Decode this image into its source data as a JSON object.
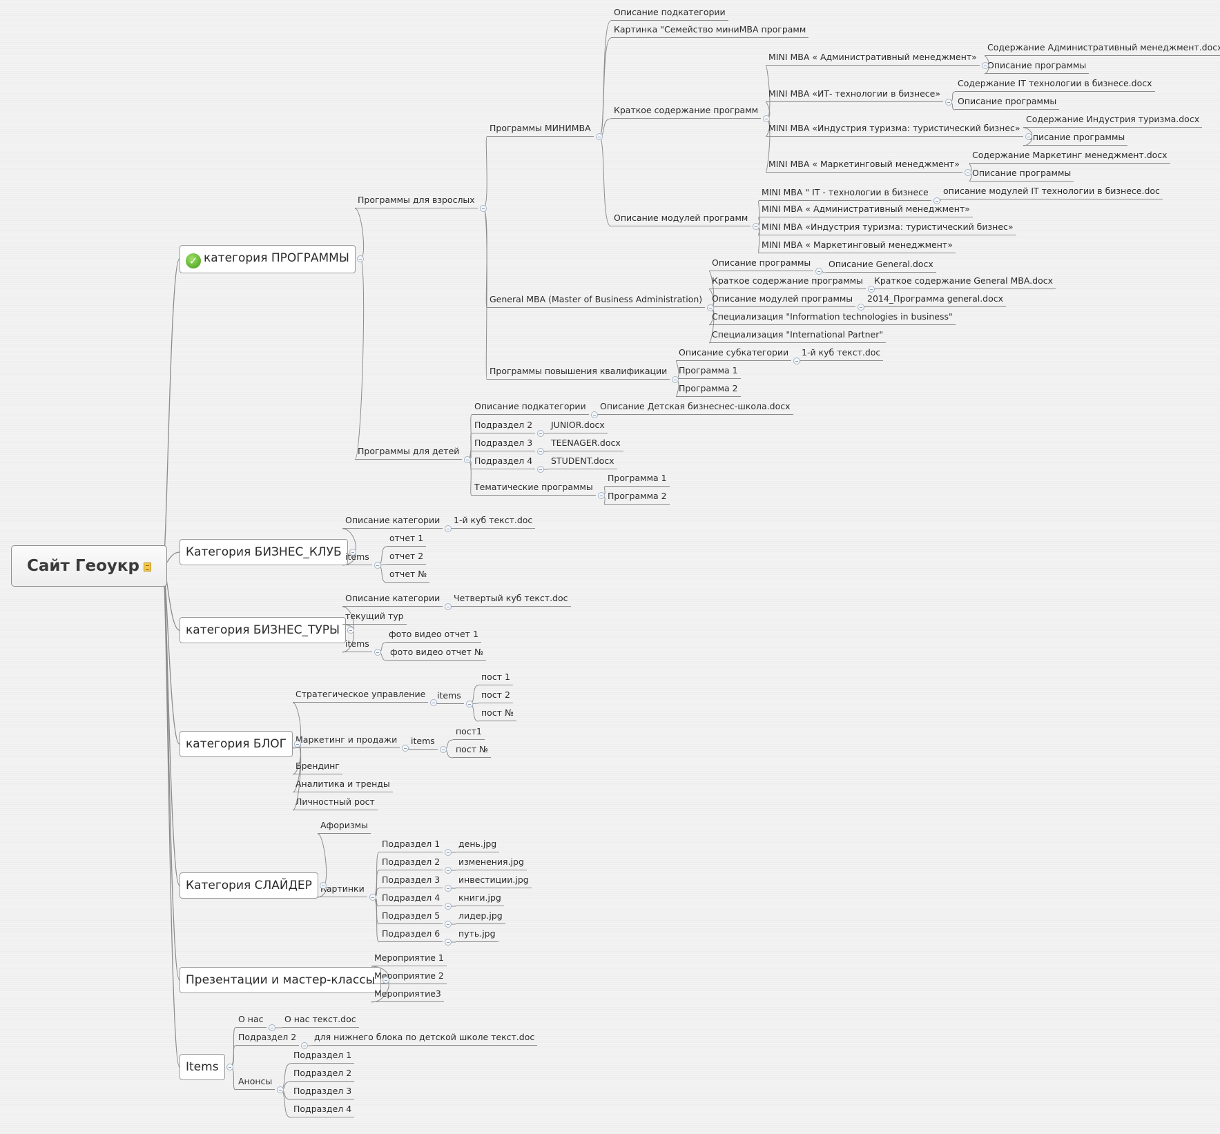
{
  "mindmap": {
    "root": {
      "id": "root",
      "label": "Сайт Геоукр",
      "icon": "note-icon",
      "children": [
        {
          "id": "n1",
          "label": "категория ПРОГРАММЫ",
          "icon": "checkmark-icon",
          "children": [
            {
              "id": "n2",
              "label": "Программы для взрослых",
              "children": [
                {
                  "id": "n3",
                  "label": "Программы МИНИМВА",
                  "children": [
                    {
                      "id": "n4",
                      "label": "Описание подкатегории"
                    },
                    {
                      "id": "n5",
                      "label": "Картинка \"Семейство миниМВА программ"
                    },
                    {
                      "id": "n6",
                      "label": "Краткое содержание программ",
                      "children": [
                        {
                          "id": "n7",
                          "label": "MINI MBA « Административный менеджмент»",
                          "children": [
                            {
                              "id": "n8",
                              "label": "Содержание Административный менеджмент.docx"
                            },
                            {
                              "id": "n9",
                              "label": "Описание программы"
                            }
                          ]
                        },
                        {
                          "id": "n10",
                          "label": "MINI MBA  «ИТ- технологии в бизнесе»",
                          "children": [
                            {
                              "id": "n11",
                              "label": "Содержание IT технологии в бизнесе.docx"
                            },
                            {
                              "id": "n12",
                              "label": "Описание программы"
                            }
                          ]
                        },
                        {
                          "id": "n13",
                          "label": "MINI MBA «Индустрия туризма: туристический бизнес»",
                          "children": [
                            {
                              "id": "n14",
                              "label": "Содержание Индустрия туризма.docx"
                            },
                            {
                              "id": "n15",
                              "label": "Описание программы"
                            }
                          ]
                        },
                        {
                          "id": "n16",
                          "label": "MINI MBA « Маркетинговый менеджмент»",
                          "children": [
                            {
                              "id": "n17",
                              "label": "Содержание Маркетинг менеджмент.docx"
                            },
                            {
                              "id": "n18",
                              "label": "Описание программы"
                            }
                          ]
                        }
                      ]
                    },
                    {
                      "id": "n19",
                      "label": "Описание модулей программ",
                      "children": [
                        {
                          "id": "n20",
                          "label": "MINI MBA \" IT - технологии в бизнесе",
                          "children": [
                            {
                              "id": "n21",
                              "label": "описание модулей IT технологии в бизнесе.doc"
                            }
                          ]
                        },
                        {
                          "id": "n22",
                          "label": "MINI MBA « Административный менеджмент»"
                        },
                        {
                          "id": "n23",
                          "label": "MINI MBA «Индустрия туризма: туристический бизнес»"
                        },
                        {
                          "id": "n24",
                          "label": "MINI MBA « Маркетинговый менеджмент»"
                        }
                      ]
                    }
                  ]
                },
                {
                  "id": "n25",
                  "label": "General MBA (Master of Business Administration)",
                  "children": [
                    {
                      "id": "n26",
                      "label": "Описание программы",
                      "children": [
                        {
                          "id": "n27",
                          "label": "Описание General.docx"
                        }
                      ]
                    },
                    {
                      "id": "n28",
                      "label": "Краткое содержание программы",
                      "children": [
                        {
                          "id": "n29",
                          "label": "Краткое содержание General MBA.docx"
                        }
                      ]
                    },
                    {
                      "id": "n30",
                      "label": "Описание модулей программы",
                      "children": [
                        {
                          "id": "n31",
                          "label": "2014_Программа general.docx"
                        }
                      ]
                    },
                    {
                      "id": "n32",
                      "label": "Специализация \"Information technologies in business\""
                    },
                    {
                      "id": "n33",
                      "label": "Специализация  \"International Partner\""
                    }
                  ]
                },
                {
                  "id": "n34",
                  "label": "Программы повышения квалификации",
                  "children": [
                    {
                      "id": "n35",
                      "label": "Описание субкатегории",
                      "children": [
                        {
                          "id": "n36",
                          "label": "1-й куб текст.doc"
                        }
                      ]
                    },
                    {
                      "id": "n37",
                      "label": "Программа 1"
                    },
                    {
                      "id": "n38",
                      "label": "Программа 2"
                    }
                  ]
                }
              ]
            },
            {
              "id": "n39",
              "label": "Программы для детей",
              "children": [
                {
                  "id": "n40",
                  "label": "Описание подкатегории",
                  "children": [
                    {
                      "id": "n41",
                      "label": "Описание Детская  бизнеснес-школа.docx"
                    }
                  ]
                },
                {
                  "id": "n42",
                  "label": "Подраздел 2",
                  "children": [
                    {
                      "id": "n43",
                      "label": "JUNIOR.docx"
                    }
                  ]
                },
                {
                  "id": "n44",
                  "label": "Подраздел 3",
                  "children": [
                    {
                      "id": "n45",
                      "label": "TEENAGER.docx"
                    }
                  ]
                },
                {
                  "id": "n46",
                  "label": "Подраздел 4",
                  "children": [
                    {
                      "id": "n47",
                      "label": "STUDENT.docx"
                    }
                  ]
                },
                {
                  "id": "n48",
                  "label": "Тематические программы",
                  "children": [
                    {
                      "id": "n49",
                      "label": "Программа 1"
                    },
                    {
                      "id": "n50",
                      "label": "Программа 2"
                    }
                  ]
                }
              ]
            }
          ]
        },
        {
          "id": "n51",
          "label": "Категория БИЗНЕС_КЛУБ",
          "children": [
            {
              "id": "n52",
              "label": "Описание категории",
              "children": [
                {
                  "id": "n53",
                  "label": "1-й куб текст.doc"
                }
              ]
            },
            {
              "id": "n54",
              "label": "items",
              "children": [
                {
                  "id": "n55",
                  "label": "отчет 1"
                },
                {
                  "id": "n56",
                  "label": "отчет 2"
                },
                {
                  "id": "n57",
                  "label": "отчет №"
                }
              ]
            }
          ]
        },
        {
          "id": "n58",
          "label": "категория БИЗНЕС_ТУРЫ",
          "children": [
            {
              "id": "n59",
              "label": "Описание категории",
              "children": [
                {
                  "id": "n60",
                  "label": "Четвертый куб текст.doc"
                }
              ]
            },
            {
              "id": "n61",
              "label": "текущий тур"
            },
            {
              "id": "n62",
              "label": "items",
              "children": [
                {
                  "id": "n63",
                  "label": "фото видео отчет 1"
                },
                {
                  "id": "n64",
                  "label": "фото видео отчет №"
                }
              ]
            }
          ]
        },
        {
          "id": "n65",
          "label": "категория БЛОГ",
          "children": [
            {
              "id": "n66",
              "label": "Стратегическое управление",
              "children": [
                {
                  "id": "n67",
                  "label": "items",
                  "children": [
                    {
                      "id": "n68",
                      "label": "пост 1"
                    },
                    {
                      "id": "n69",
                      "label": "пост 2"
                    },
                    {
                      "id": "n70",
                      "label": "пост №"
                    }
                  ]
                }
              ]
            },
            {
              "id": "n71",
              "label": "Маркетинг и продажи",
              "children": [
                {
                  "id": "n72",
                  "label": "items",
                  "children": [
                    {
                      "id": "n73",
                      "label": "пост1"
                    },
                    {
                      "id": "n74",
                      "label": "пост №"
                    }
                  ]
                }
              ]
            },
            {
              "id": "n75",
              "label": "Брендинг"
            },
            {
              "id": "n76",
              "label": "Аналитика и  тренды"
            },
            {
              "id": "n77",
              "label": "Личностный рост"
            }
          ]
        },
        {
          "id": "n78",
          "label": "Категория СЛАЙДЕР",
          "children": [
            {
              "id": "n79",
              "label": "Афоризмы"
            },
            {
              "id": "n80",
              "label": "Картинки",
              "children": [
                {
                  "id": "n81",
                  "label": "Подраздел 1",
                  "children": [
                    {
                      "id": "n82",
                      "label": "день.jpg"
                    }
                  ]
                },
                {
                  "id": "n83",
                  "label": "Подраздел 2",
                  "children": [
                    {
                      "id": "n84",
                      "label": "изменения.jpg"
                    }
                  ]
                },
                {
                  "id": "n85",
                  "label": "Подраздел 3",
                  "children": [
                    {
                      "id": "n86",
                      "label": "инвестиции.jpg"
                    }
                  ]
                },
                {
                  "id": "n87",
                  "label": "Подраздел 4",
                  "children": [
                    {
                      "id": "n88",
                      "label": "книги.jpg"
                    }
                  ]
                },
                {
                  "id": "n89",
                  "label": "Подраздел 5",
                  "children": [
                    {
                      "id": "n90",
                      "label": "лидер.jpg"
                    }
                  ]
                },
                {
                  "id": "n91",
                  "label": "Подраздел 6",
                  "children": [
                    {
                      "id": "n92",
                      "label": "путь.jpg"
                    }
                  ]
                }
              ]
            }
          ]
        },
        {
          "id": "n93",
          "label": "Презентации и мастер-классы",
          "children": [
            {
              "id": "n94",
              "label": "Мероприятие 1"
            },
            {
              "id": "n95",
              "label": "Мероприятие 2"
            },
            {
              "id": "n96",
              "label": "Мероприятие3"
            }
          ]
        },
        {
          "id": "n97",
          "label": "Items",
          "children": [
            {
              "id": "n98",
              "label": "О нас",
              "children": [
                {
                  "id": "n99",
                  "label": "О нас текст.doc"
                }
              ]
            },
            {
              "id": "n100",
              "label": "Подраздел 2",
              "children": [
                {
                  "id": "n101",
                  "label": "для нижнего блока по детской школе текст.doc"
                }
              ]
            },
            {
              "id": "n102",
              "label": "Анонсы",
              "children": [
                {
                  "id": "n103",
                  "label": "Подраздел 1"
                },
                {
                  "id": "n104",
                  "label": "Подраздел 2"
                },
                {
                  "id": "n105",
                  "label": "Подраздел 3"
                },
                {
                  "id": "n106",
                  "label": "Подраздел 4"
                }
              ]
            }
          ]
        }
      ]
    }
  }
}
